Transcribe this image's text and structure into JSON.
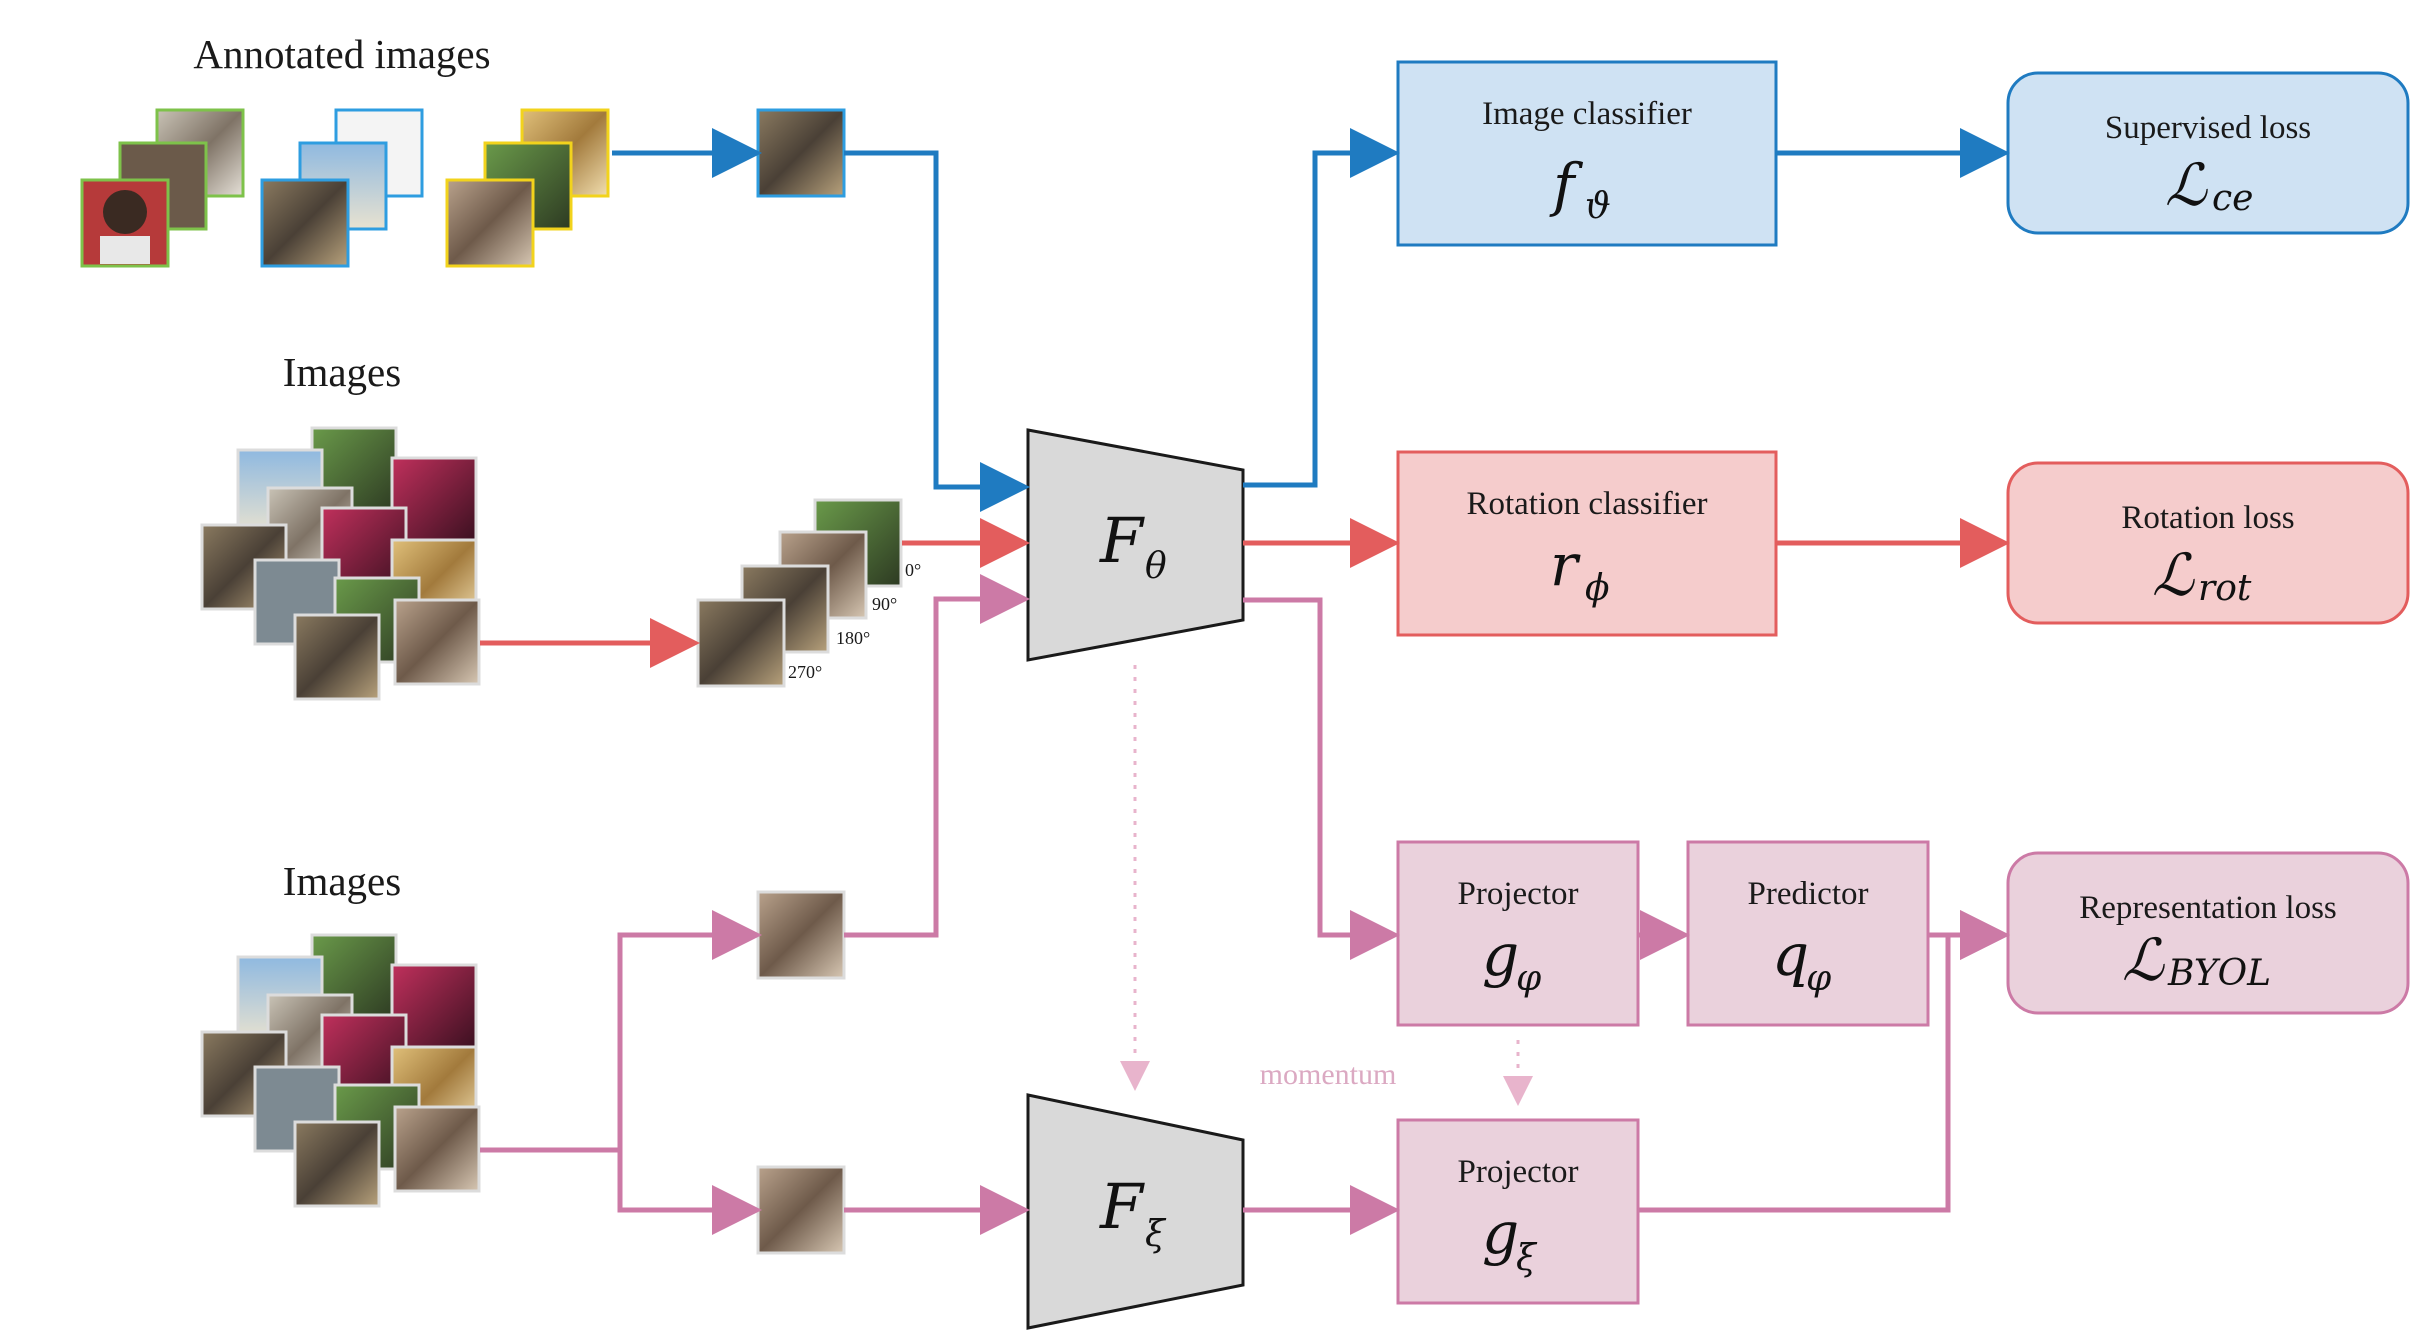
{
  "sections": {
    "annotated": "Annotated images",
    "images_rot": "Images",
    "images_byol": "Images"
  },
  "rotations": [
    "0°",
    "90°",
    "180°",
    "270°"
  ],
  "encoders": {
    "online": {
      "symbol": "F",
      "subscript": "θ"
    },
    "target": {
      "symbol": "F",
      "subscript": "ξ"
    }
  },
  "boxes": {
    "image_classifier": {
      "label": "Image classifier",
      "symbol": "f",
      "subscript": "ϑ"
    },
    "supervised_loss": {
      "label": "Supervised loss",
      "symbol": "ℒ",
      "subscript": "ce"
    },
    "rotation_classifier": {
      "label": "Rotation classifier",
      "symbol": "r",
      "subscript": "ϕ"
    },
    "rotation_loss": {
      "label": "Rotation loss",
      "symbol": "ℒ",
      "subscript": "rot"
    },
    "projector_online": {
      "label": "Projector",
      "symbol": "g",
      "subscript": "φ"
    },
    "predictor": {
      "label": "Predictor",
      "symbol": "q",
      "subscript": "φ"
    },
    "representation_loss": {
      "label": "Representation loss",
      "symbol": "ℒ",
      "subscript": "BYOL"
    },
    "projector_target": {
      "label": "Projector",
      "symbol": "g",
      "subscript": "ξ"
    }
  },
  "momentum_label": "momentum",
  "colors": {
    "supervised": "#1f7bc1",
    "supervised_fill": "#cfe2f3",
    "rotation": "#e35d5d",
    "rotation_fill": "#f5cccc",
    "byol": "#cc7aa6",
    "byol_fill": "#ead1dc",
    "encoder_fill": "#d9d9d9",
    "momentum_dots": "#e8b4cc"
  }
}
